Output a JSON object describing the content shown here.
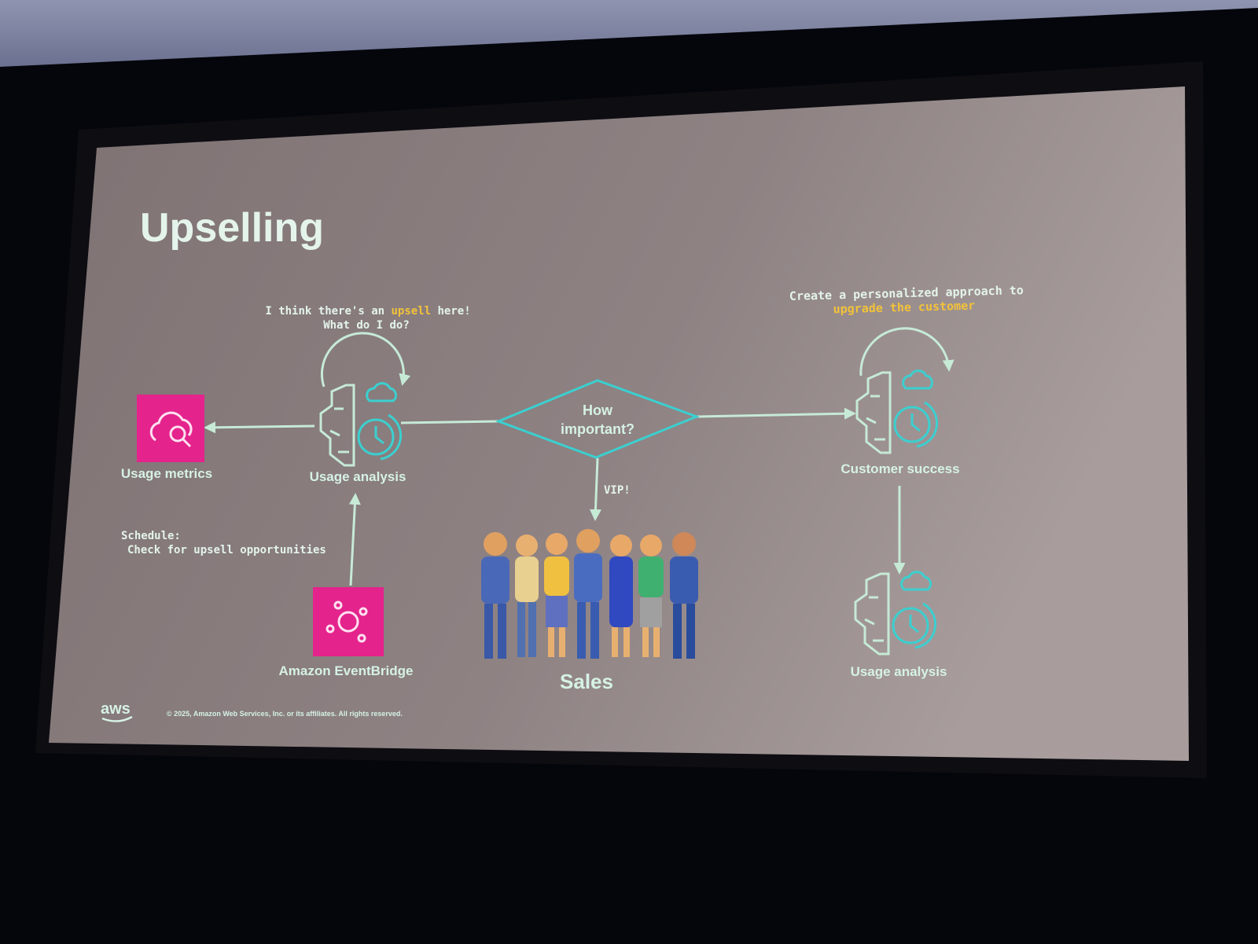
{
  "slide": {
    "title": "Upselling",
    "nodes": {
      "usage_metrics": "Usage metrics",
      "usage_analysis": "Usage analysis",
      "eventbridge": "Amazon EventBridge",
      "decision_line1": "How",
      "decision_line2": "important?",
      "customer_success": "Customer success",
      "usage_analysis_2": "Usage analysis",
      "sales": "Sales"
    },
    "annotations": {
      "upsell_line1_a": "I think there's an ",
      "upsell_line1_b": "upsell",
      "upsell_line1_c": " here!",
      "upsell_line2": "What do I do?",
      "personalized_line1": "Create a personalized approach to",
      "personalized_line2": "upgrade the customer",
      "schedule_line1": "Schedule:",
      "schedule_line2": "Check for upsell opportunities",
      "vip": "VIP!"
    },
    "footer": {
      "logo": "aws",
      "copyright": "© 2025, Amazon Web Services, Inc. or its affiliates. All rights reserved."
    }
  },
  "colors": {
    "text": "#d6f2e4",
    "highlight": "#f2c23a",
    "accent_cyan": "#3ccfcf",
    "service_magenta": "#e4238c"
  }
}
